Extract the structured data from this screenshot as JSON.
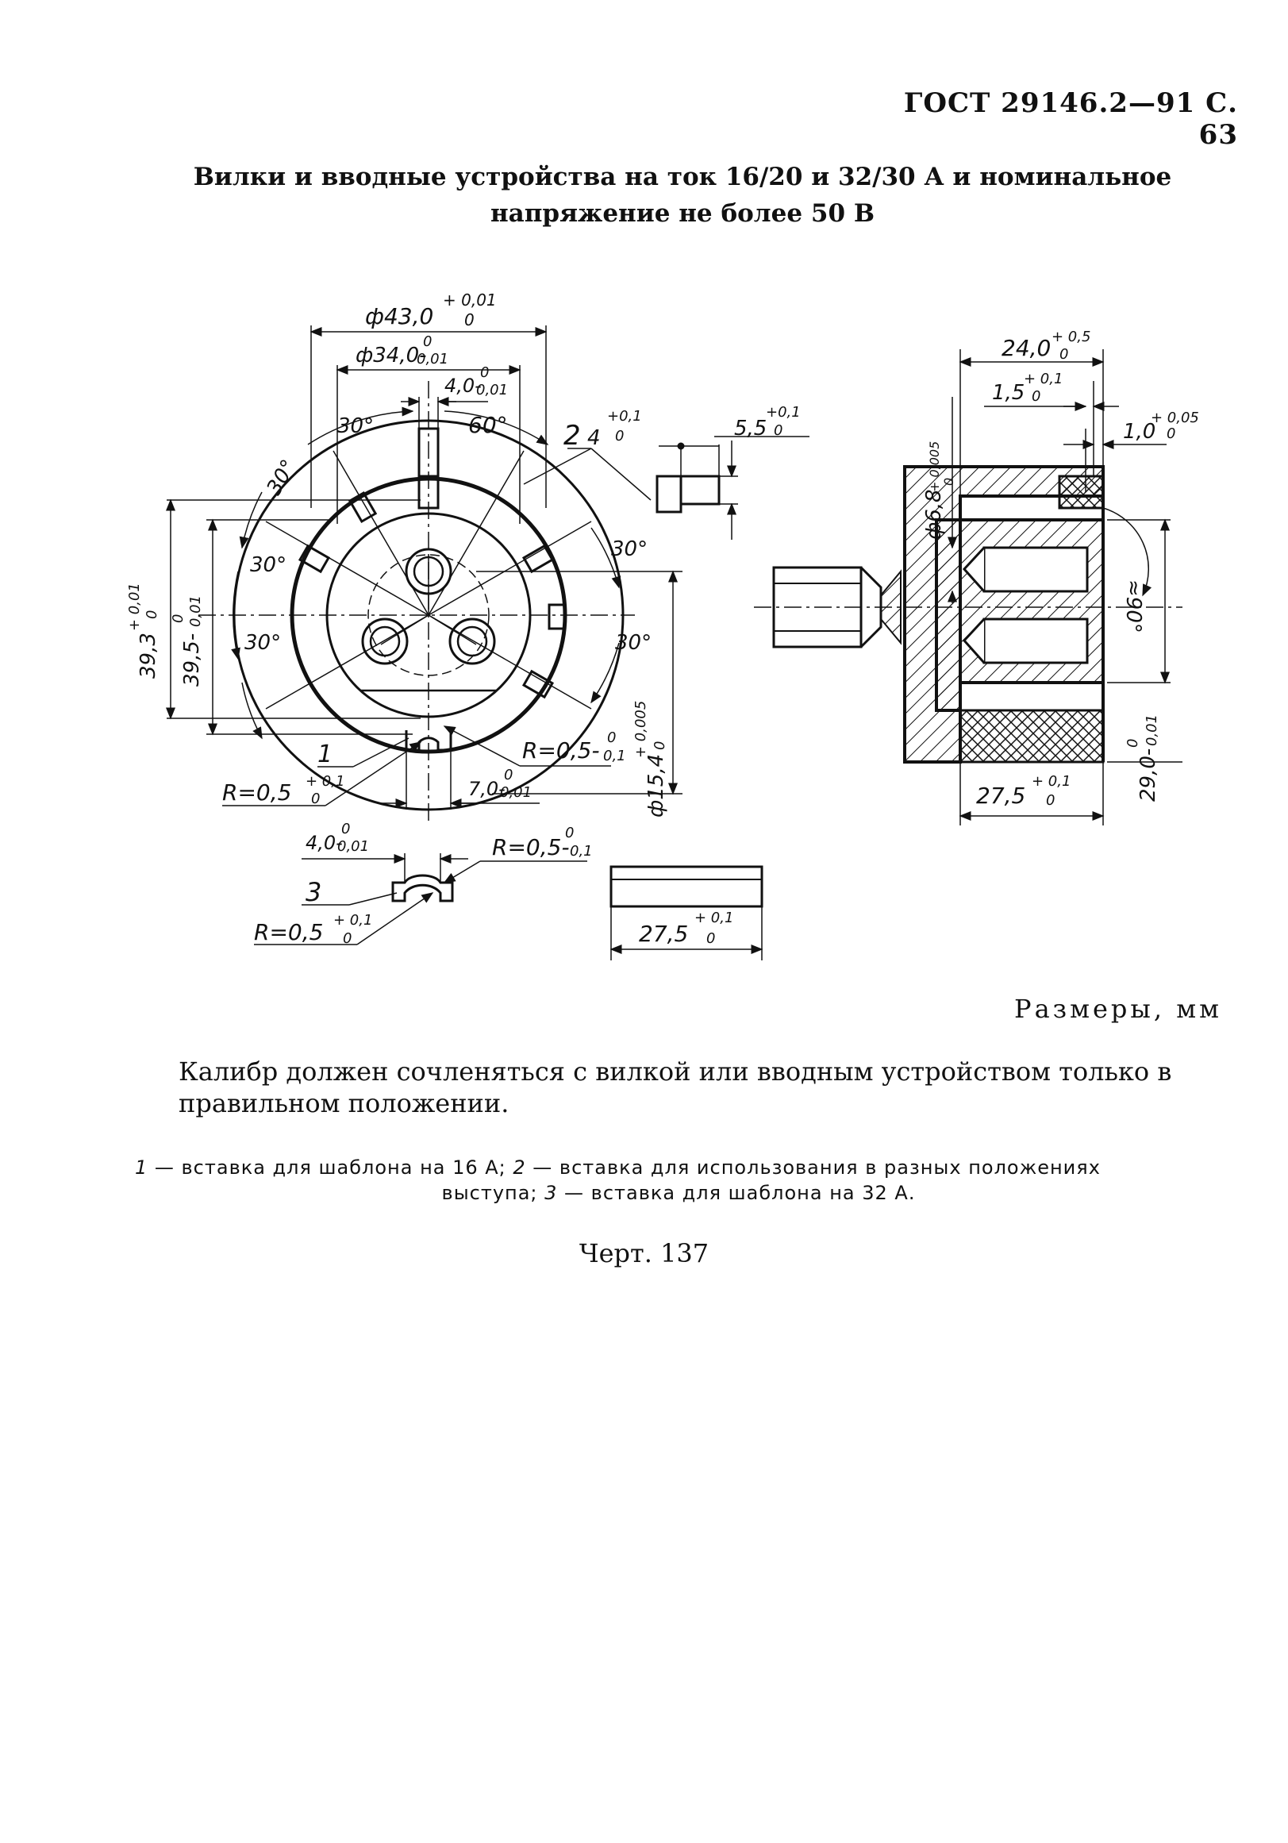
{
  "header": {
    "text": "ГОСТ 29146.2—91 С. 63"
  },
  "title": {
    "line1": "Вилки и вводные устройства на ток 16/20 и 32/30 А и номинальное",
    "line2": "напряжение не более 50 В"
  },
  "drawing": {
    "labels": {
      "d43": "ф43,0",
      "d43_tol_up": "+ 0,01",
      "d43_tol_low": "0",
      "d34": "ф34,0-",
      "d34_tol_up": "0",
      "d34_tol_low": "0,01",
      "w4": "4,0-",
      "w4_tol_up": "0",
      "w4_tol_low": "0,01",
      "a30_top": "30°",
      "a60": "60°",
      "a30_left_top": "30°",
      "a30_left_mid": "30°",
      "a30_left_low": "30°",
      "a30_right_top": "30°",
      "a30_right_mid": "30°",
      "ins2": "2",
      "ins2_w": "4",
      "ins2_w_tol_up": "+0,1",
      "ins2_w_tol_low": "0",
      "ins2_h": "5,5",
      "ins2_h_tol_up": "+0,1",
      "ins2_h_tol_low": "0",
      "h393": "39,3",
      "h393_tol_up": "+ 0,01",
      "h393_tol_low": "0",
      "h395": "39,5-",
      "h395_tol_up": "0",
      "h395_tol_low": "0,01",
      "d154": "ф15,4",
      "d154_tol_up": "+ 0,005",
      "d154_tol_low": "0",
      "ins1": "1",
      "r05_plus": "R=0,5",
      "r05_plus_tol_up": "+ 0,1",
      "r05_plus_tol_low": "0",
      "r05_minus": "R=0,5-",
      "r05_minus_tol_up": "0",
      "r05_minus_tol_low": "0,1",
      "w7": "7,0-",
      "w7_tol_up": "0",
      "w7_tol_low": "0,01",
      "d68": "ф6,8",
      "d68_tol_up": "+ 0,005",
      "d68_tol_low": "0",
      "l24": "24,0",
      "l24_tol_up": "+ 0,5",
      "l24_tol_low": "0",
      "l15": "1,5",
      "l15_tol_up": "+ 0,1",
      "l15_tol_low": "0",
      "l10": "1,0",
      "l10_tol_up": "+ 0,05",
      "l10_tol_low": "0",
      "a90": "≈90°",
      "h290": "29,0-",
      "h290_tol_up": "0",
      "h290_tol_low": "0,01",
      "l275": "27,5",
      "l275_tol_up": "+ 0,1",
      "l275_tol_low": "0",
      "ins3_w": "4,0-",
      "ins3_w_tol_up": "0",
      "ins3_w_tol_low": "0,01",
      "ins3_rm": "R=0,5-",
      "ins3_rm_tol_up": "0",
      "ins3_rm_tol_low": "0,1",
      "ins3": "3",
      "ins3_rp": "R=0,5",
      "ins3_rp_tol_up": "+ 0,1",
      "ins3_rp_tol_low": "0",
      "bar_l": "27,5",
      "bar_l_tol_up": "+ 0,1",
      "bar_l_tol_low": "0"
    }
  },
  "units": "Размеры, мм",
  "paragraph": {
    "line1": "Калибр должен сочленяться с вилкой или вводным устройством только в",
    "line2": "правильном положении."
  },
  "legend": {
    "n1": "1",
    "t1": " — вставка для шаблона на 16 А; ",
    "n2": "2",
    "t2": " — вставка для использования в разных положениях",
    "t2b": "выступа; ",
    "n3": "3",
    "t3": " — вставка для шаблона на 32 А."
  },
  "caption": "Черт. 137"
}
